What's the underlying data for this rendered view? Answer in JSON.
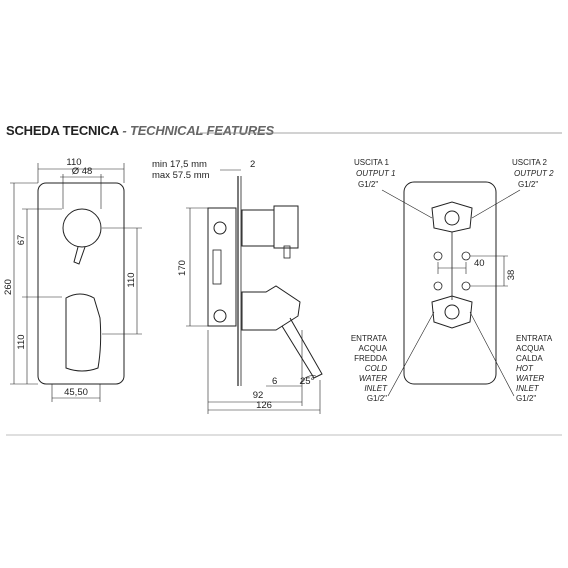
{
  "header": {
    "title": "SCHEDA TECNICA",
    "separator": " - ",
    "subtitle": "TECHNICAL FEATURES"
  },
  "front_view": {
    "width": "110",
    "diameter": "Ø 48",
    "height": "260",
    "upper_offset": "67",
    "lower_height": "110",
    "right_height": "110",
    "bottom_width": "45,50"
  },
  "side_view": {
    "min_depth": "min 17,5 mm",
    "max_depth": "max 57.5 mm",
    "plate": "2",
    "height": "170",
    "inlet_depth": "6",
    "angle": "25°",
    "depth_92": "92",
    "depth_126": "126"
  },
  "rear_view": {
    "outlet1": [
      "USCITA 1",
      "OUTPUT 1",
      "G1/2\""
    ],
    "outlet2": [
      "USCITA 2",
      "OUTPUT 2",
      "G1/2\""
    ],
    "spacing_h": "40",
    "spacing_v": "38",
    "cold_inlet": [
      "ENTRATA",
      "ACQUA",
      "FREDDA",
      "COLD",
      "WATER",
      "INLET",
      "G1/2\""
    ],
    "hot_inlet": [
      "ENTRATA",
      "ACQUA",
      "CALDA",
      "HOT",
      "WATER",
      "INLET",
      "G1/2\""
    ]
  }
}
